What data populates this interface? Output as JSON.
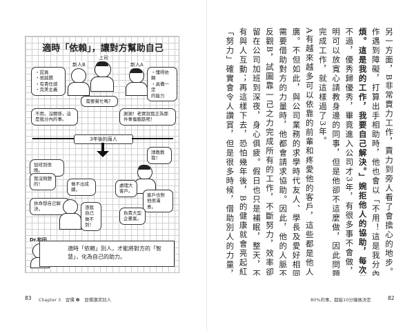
{
  "left": {
    "title": "適時「依賴」，讓對方幫助自己",
    "boss_label": "上司",
    "newbie_b_label": "新人B",
    "newbie_a_label": "新人A",
    "bubble_b_traits": "・認真\n・很誠懇\n・有責任感\n・完美主義",
    "bubble_a_traits": "・懂得依賴\n・具備一定\n  的能力",
    "bubble_boss": "需要幫忙嗎？",
    "bubble_b_reply": "不用，沒關係，這是我分內的事。",
    "bubble_a_reply": "謝謝！老實說我正為那件事傷腦筋呢！",
    "banner_3years": "3年後的兩人",
    "bubble_overtime": "加班到很晚。",
    "bubble_cant_finish": "我沒問題的！",
    "bubble_not_done": "做不出成績。",
    "bubble_self": "拚命想自己解決。",
    "bubble_tired": "憑我自己做不到！",
    "bubble_ask": "請教教我！",
    "bubble_handle": "處理大客戶。",
    "bubble_satisfied": "客戶也對他很滿意。",
    "bubble_big": "負責大型企畫案。",
    "doctor_label": "Dr.和田",
    "bottom_text": "適時「依賴」別人，才能將對方的「智慧」，化為自己的助力。",
    "page_number": "83",
    "footer_text": "Chapter 3　習慣 ❷　習慣讚求別人"
  },
  "right": {
    "page_number": "82",
    "footer_text": "80%的事，都能10分鐘做決定",
    "columns": [
      {
        "text": "另一方面，B非常賣力工作，賣力到旁人看了會擔心的地步。就算看到他工",
        "em": false
      },
      {
        "text": "作遇到障礙，打算出手相助時，他也會以「不用！這是我分內的事，不能給您添麻",
        "em": false
      },
      {
        "text": "煩。這是我的工作，我要自己解決。」婉拒他人的協助，每次都很客氣地婉拒。",
        "em": true
      },
      {
        "text": "不過，優秀歸優秀，畢竟進入公司才3年，有很多事不會做，又缺乏人脈；明",
        "em": false
      },
      {
        "text": "明可以放寬心請教身邊的同事，但是他卻不這麼做，因此問題完全沒有解決，無法",
        "em": false
      },
      {
        "text": "完成工作，就這樣過了3年。",
        "em": false
      },
      {
        "text": "A有越來越多可以依靠的前輩和疼愛他的客戶，這些都是他人脈，並且越拓越",
        "em": false
      },
      {
        "text": "廣。不但如此，與公司業務的求學時代友人、學長及愛好相同的朋友等，工作上有",
        "em": false
      },
      {
        "text": "需要借助對方的力量時，他都會請求協助。因此，他的人脈不斷往外延伸。",
        "em": false
      },
      {
        "text": "反觀B，試圖靠一己之力完成所有的工作，不斷努力，效率卻沒有提升。每晚",
        "em": false
      },
      {
        "text": "留在公司加班到深夜，身心俱疲。假日也只是補眠，整天，不僅工作不如意，也沒",
        "em": false
      },
      {
        "text": "有與人互動；再這樣下去，恐怕幾年後，B的健康就會亮起紅燈。",
        "em": false
      },
      {
        "text": "「努力」確實會令人讚賞，但是很多時候，借助別人的力量，就能獲得數倍的",
        "em": false
      }
    ]
  }
}
